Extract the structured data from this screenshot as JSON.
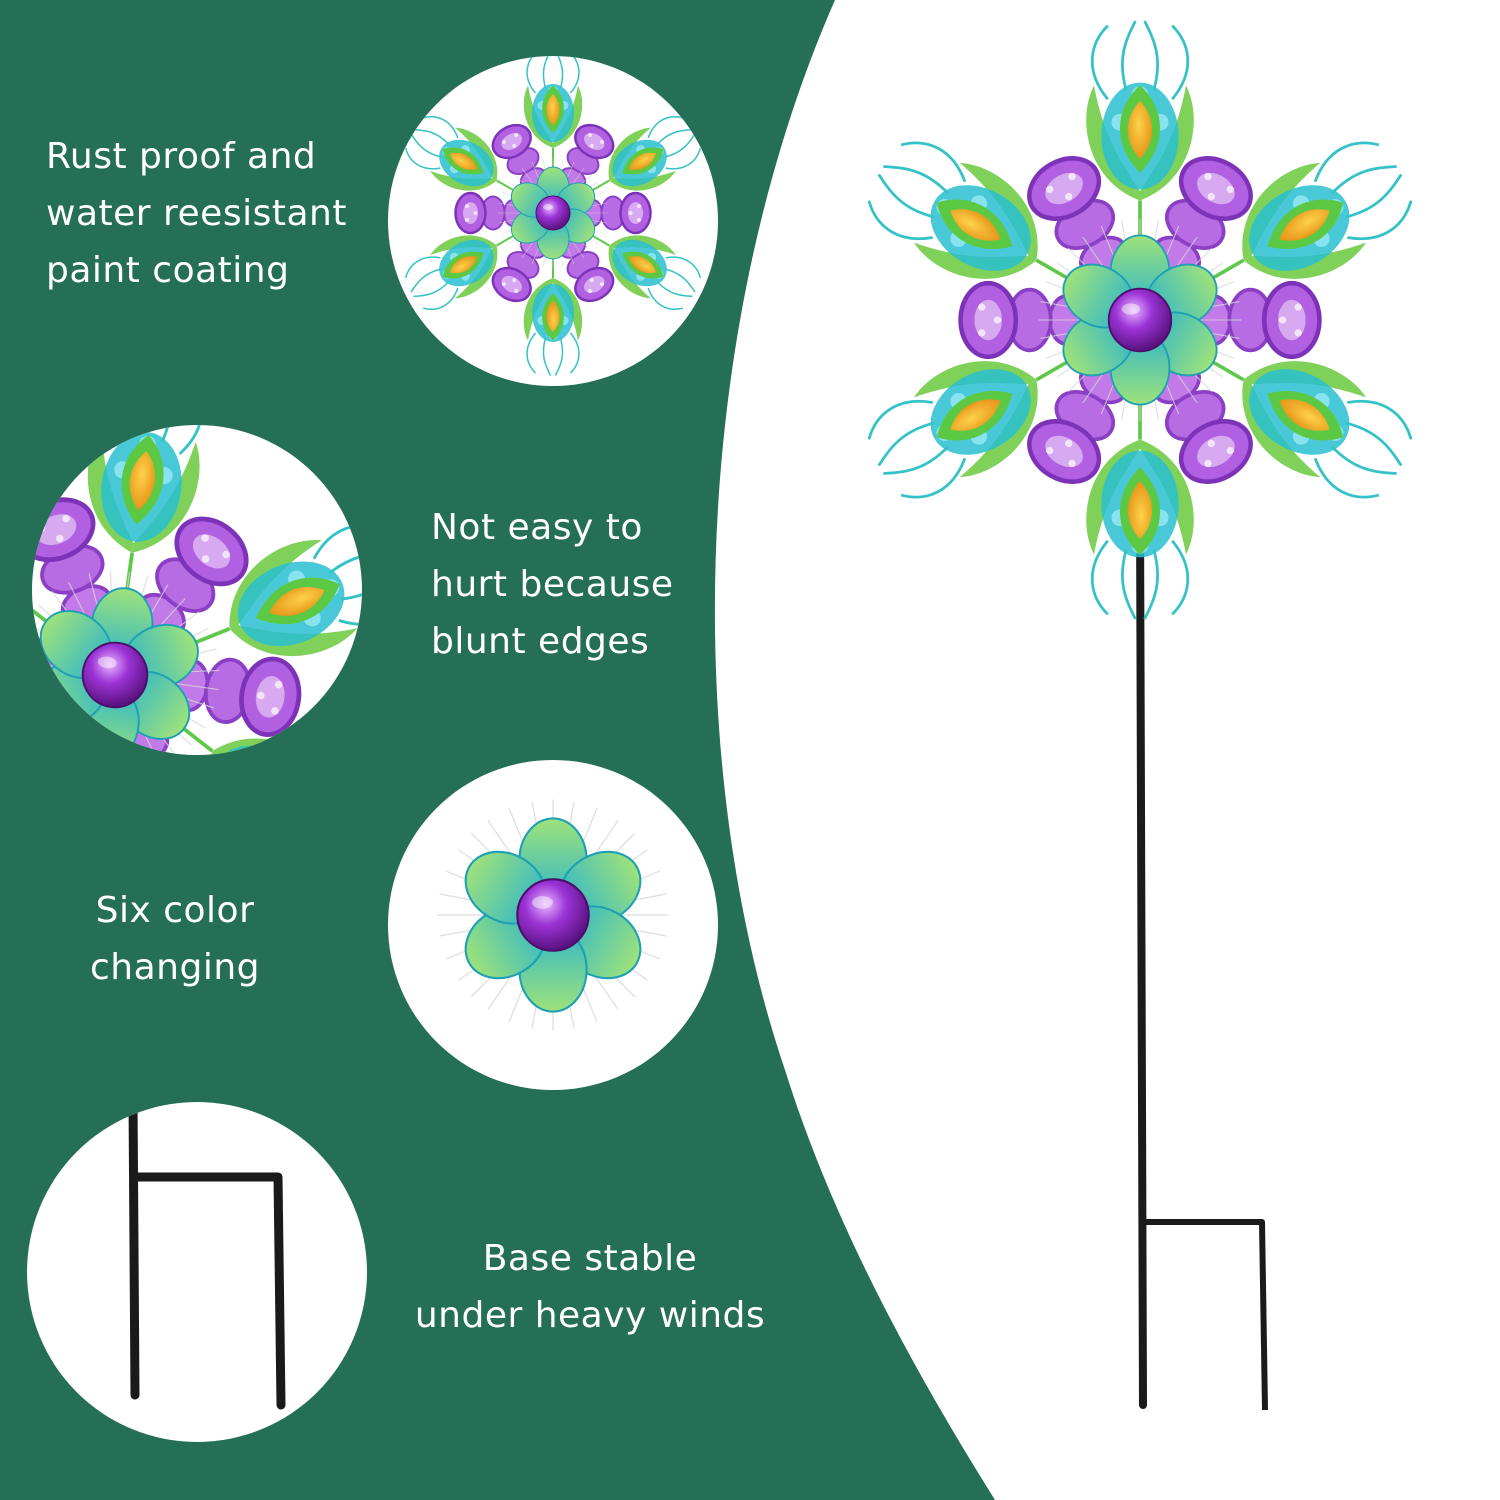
{
  "colors": {
    "background_green": "#256f56",
    "panel_white": "#ffffff",
    "text": "#ffffff",
    "purple": "#9b4fd6",
    "teal": "#2cc6c8",
    "leaf_green": "#78d05a",
    "amber": "#f0a520",
    "stake": "#1a1a1a"
  },
  "features": [
    {
      "lines": [
        "Rust proof and",
        "water reesistant",
        "paint coating"
      ]
    },
    {
      "lines": [
        "Not easy to",
        "hurt because",
        "blunt edges"
      ]
    },
    {
      "lines": [
        "Six color",
        "changing"
      ]
    },
    {
      "lines": [
        "Base stable",
        "under heavy winds"
      ]
    }
  ]
}
